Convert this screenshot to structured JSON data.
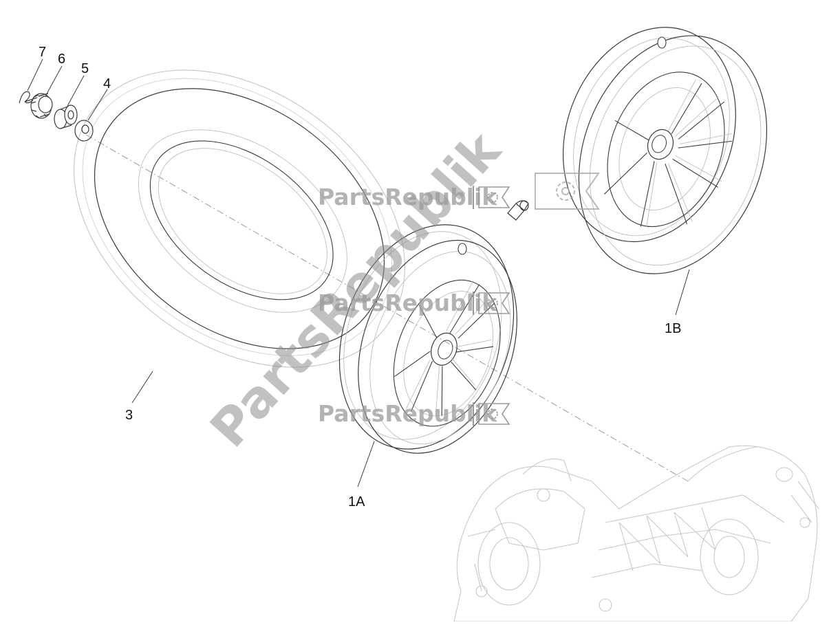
{
  "diagram": {
    "parts": [
      {
        "id": "7",
        "label": "7"
      },
      {
        "id": "6",
        "label": "6"
      },
      {
        "id": "5",
        "label": "5"
      },
      {
        "id": "4",
        "label": "4"
      },
      {
        "id": "3",
        "label": "3"
      },
      {
        "id": "1A",
        "label": "1A"
      },
      {
        "id": "1B",
        "label": "1B"
      }
    ]
  },
  "watermark": {
    "text": "PartsRepublik",
    "small_text": "PartsRepublik"
  },
  "colors": {
    "line": "#3a3a3a",
    "faint_line": "#c4c4c4",
    "watermark": "#8f8f8f"
  }
}
